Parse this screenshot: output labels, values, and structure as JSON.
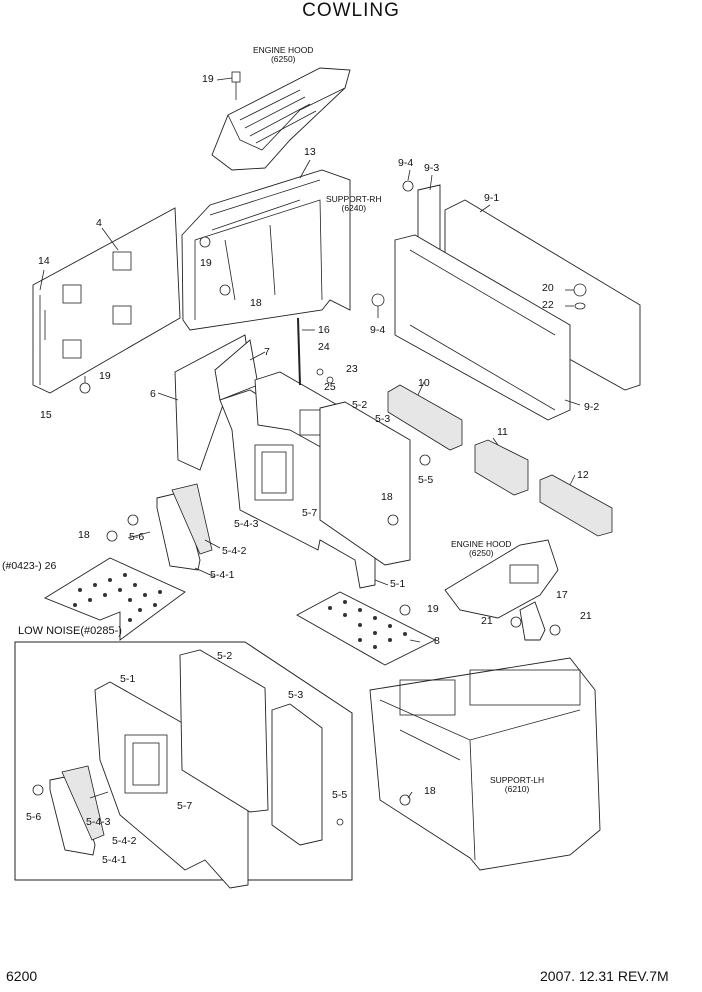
{
  "title": "COWLING",
  "page_number": "6200",
  "revision": "2007. 12.31  REV.7M",
  "inset_title": "LOW NOISE(#0285-)",
  "captions": {
    "engine_hood_top": [
      "ENGINE HOOD",
      "(6250)"
    ],
    "support_rh": [
      "SUPPORT-RH",
      "(6240)"
    ],
    "engine_hood_right": [
      "ENGINE HOOD",
      "(6250)"
    ],
    "support_lh": [
      "SUPPORT-LH",
      "(6210)"
    ]
  },
  "callouts": [
    {
      "id": "c19a",
      "text": "19"
    },
    {
      "id": "c13",
      "text": "13"
    },
    {
      "id": "c4",
      "text": "4"
    },
    {
      "id": "c14",
      "text": "14"
    },
    {
      "id": "c19b",
      "text": "19"
    },
    {
      "id": "c18a",
      "text": "18"
    },
    {
      "id": "c19c",
      "text": "19"
    },
    {
      "id": "c15",
      "text": "15"
    },
    {
      "id": "c9_4a",
      "text": "9-4"
    },
    {
      "id": "c9_3",
      "text": "9-3"
    },
    {
      "id": "c9_1",
      "text": "9-1"
    },
    {
      "id": "c20",
      "text": "20"
    },
    {
      "id": "c22",
      "text": "22"
    },
    {
      "id": "c9_4b",
      "text": "9-4"
    },
    {
      "id": "c9_2",
      "text": "9-2"
    },
    {
      "id": "c16",
      "text": "16"
    },
    {
      "id": "c7",
      "text": "7"
    },
    {
      "id": "c24",
      "text": "24"
    },
    {
      "id": "c23",
      "text": "23"
    },
    {
      "id": "c25",
      "text": "25"
    },
    {
      "id": "c6",
      "text": "6"
    },
    {
      "id": "c10",
      "text": "10"
    },
    {
      "id": "c5_2a",
      "text": "5-2"
    },
    {
      "id": "c5_3a",
      "text": "5-3"
    },
    {
      "id": "c11",
      "text": "11"
    },
    {
      "id": "c5_5a",
      "text": "5-5"
    },
    {
      "id": "c12",
      "text": "12"
    },
    {
      "id": "c18b",
      "text": "18"
    },
    {
      "id": "c5_7a",
      "text": "5-7"
    },
    {
      "id": "c5_4_3a",
      "text": "5-4-3"
    },
    {
      "id": "c18c",
      "text": "18"
    },
    {
      "id": "c5_6a",
      "text": "5-6"
    },
    {
      "id": "c5_4_2a",
      "text": "5-4-2"
    },
    {
      "id": "c5_4_1a",
      "text": "5-4-1"
    },
    {
      "id": "c26",
      "text": "(#0423-) 26"
    },
    {
      "id": "c5_1a",
      "text": "5-1"
    },
    {
      "id": "c17",
      "text": "17"
    },
    {
      "id": "c19d",
      "text": "19"
    },
    {
      "id": "c21a",
      "text": "21"
    },
    {
      "id": "c21b",
      "text": "21"
    },
    {
      "id": "c8",
      "text": "8"
    },
    {
      "id": "c5_2b",
      "text": "5-2"
    },
    {
      "id": "c5_1b",
      "text": "5-1"
    },
    {
      "id": "c5_3b",
      "text": "5-3"
    },
    {
      "id": "c5_5b",
      "text": "5-5"
    },
    {
      "id": "c5_7b",
      "text": "5-7"
    },
    {
      "id": "c5_6b",
      "text": "5-6"
    },
    {
      "id": "c5_4_3b",
      "text": "5-4-3"
    },
    {
      "id": "c5_4_2b",
      "text": "5-4-2"
    },
    {
      "id": "c5_4_1b",
      "text": "5-4-1"
    },
    {
      "id": "c18d",
      "text": "18"
    }
  ]
}
